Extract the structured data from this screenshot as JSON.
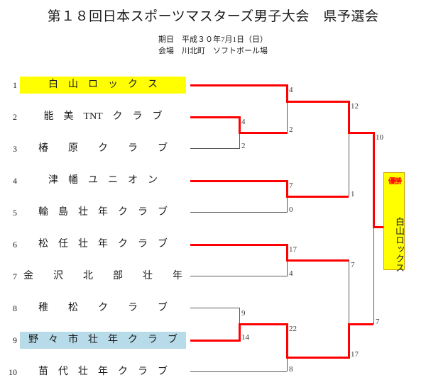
{
  "header": {
    "title": "第１８回日本スポーツマスターズ男子大会　県予選会",
    "meta": [
      "期日　平成３０年7月1日（日）",
      "会場　川北町　ソフトボール場"
    ]
  },
  "entries": [
    {
      "seed": "1",
      "name": "白　山　ロ　ッ　ク　ス",
      "highlight": "yellow",
      "advanced": true
    },
    {
      "seed": "2",
      "name": "能　美　TNT　ク　ラ　ブ",
      "highlight": "none",
      "advanced": true
    },
    {
      "seed": "3",
      "name": "椿　　原　　ク　　ラ　　ブ",
      "highlight": "none",
      "advanced": false
    },
    {
      "seed": "4",
      "name": "津　幡　ユ　ニ　オ　ン",
      "highlight": "none",
      "advanced": true
    },
    {
      "seed": "5",
      "name": "輪　島　壮　年　ク　ラ　ブ",
      "highlight": "none",
      "advanced": false
    },
    {
      "seed": "6",
      "name": "松　任　壮　年　ク　ラ　ブ",
      "highlight": "none",
      "advanced": true
    },
    {
      "seed": "7",
      "name": "金　　沢　　北　　部　　壮　　年",
      "highlight": "none",
      "advanced": false
    },
    {
      "seed": "8",
      "name": "稚　　松　　ク　　ラ　　ブ",
      "highlight": "none",
      "advanced": false
    },
    {
      "seed": "9",
      "name": "野　々　市　壮　年　ク　ラ　ブ",
      "highlight": "blue",
      "advanced": true
    },
    {
      "seed": "10",
      "name": "苗　代　壮　年　ク　ラ　ブ",
      "highlight": "none",
      "advanced": false
    }
  ],
  "scores": {
    "r1_seed2": "4",
    "r1_seed3": "2",
    "r1_seed8": "9",
    "r1_seed9": "14",
    "r2_seed1": "4",
    "r2_seed2": "2",
    "r2_seed4": "7",
    "r2_seed5": "0",
    "r2_seed6": "17",
    "r2_seed7": "4",
    "r2_seed9": "22",
    "r2_seed10": "8",
    "r3_upper_top": "12",
    "r3_upper_bot": "1",
    "r3_lower_top": "7",
    "r3_lower_bot": "17",
    "semi_upper": "10",
    "semi_lower": "7"
  },
  "champion": {
    "label": "優勝",
    "name": "白山ロックス"
  },
  "colors": {
    "winner_line": "#ff0000",
    "loser_line": "#595959",
    "champion_bg": "#ffff00",
    "highlight_yellow": "#ffff00",
    "highlight_blue": "#b7dbe8"
  }
}
